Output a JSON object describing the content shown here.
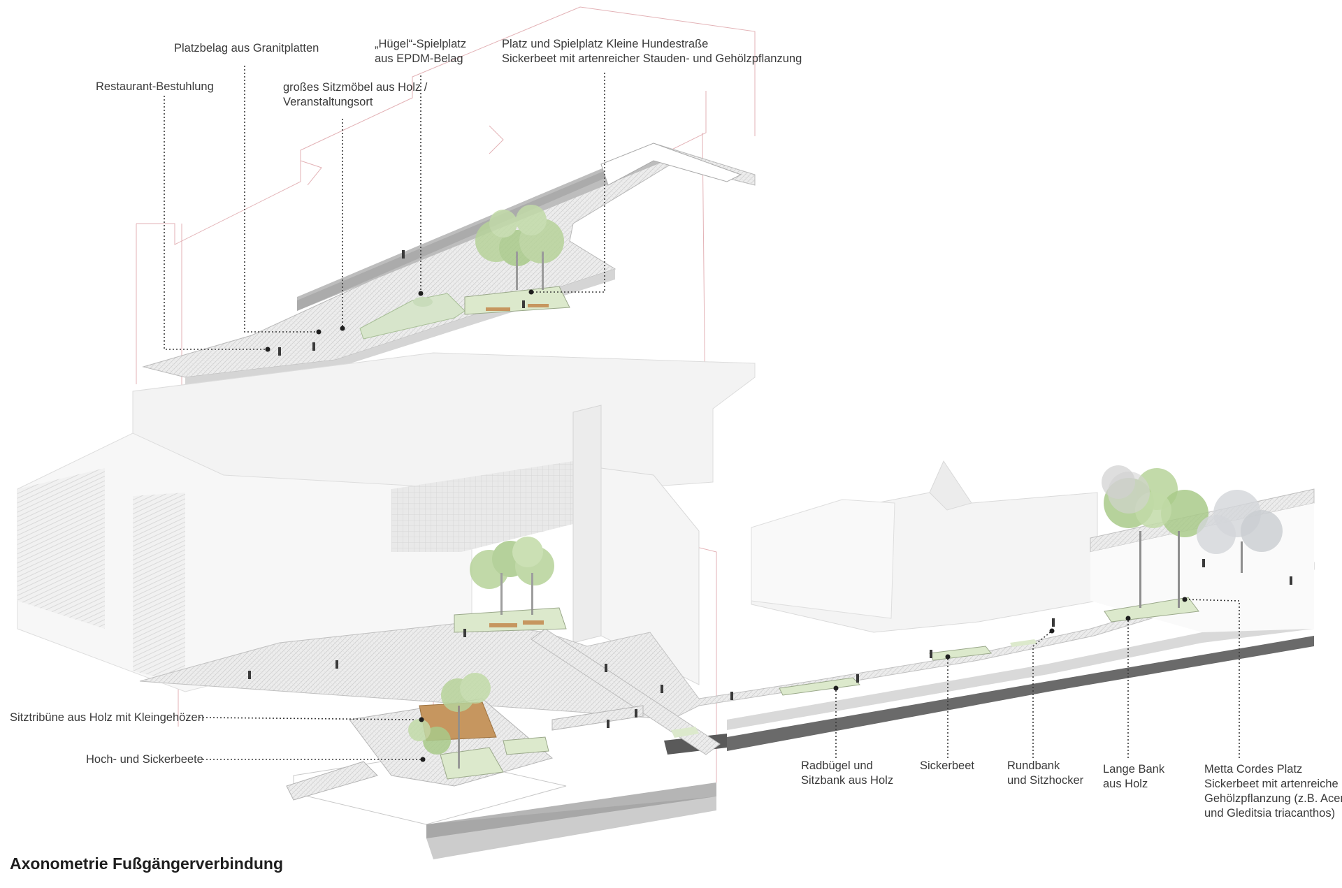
{
  "title": "Axonometrie Fußgängerverbindung",
  "labels": {
    "restaurant": "Restaurant-Bestuhlung",
    "platzbelag": "Platzbelag aus Granitplatten",
    "sitzmoebel": [
      "großes Sitzmöbel aus Holz /",
      "Veranstaltungsort"
    ],
    "huegel": [
      "„Hügel“-Spielplatz",
      "aus EPDM-Belag"
    ],
    "hundestrasse": [
      "Platz und Spielplatz Kleine Hundestraße",
      "Sickerbeet mit artenreicher Stauden- und Gehölzpflanzung"
    ],
    "sitztribuene": "Sitztribüne aus Holz mit Kleingehözen",
    "hochbeete": "Hoch- und Sickerbeete",
    "radbuegel": [
      "Radbügel und",
      "Sitzbank aus Holz"
    ],
    "sickerbeet": "Sickerbeet",
    "rundbank": [
      "Rundbank",
      "und Sitzhocker"
    ],
    "langebank": [
      "Lange Bank",
      "aus Holz"
    ],
    "metta": [
      "Metta Cordes Platz",
      "Sickerbeet mit artenreiche",
      "Gehölzpflanzung (z.B. Acer",
      "und Gleditsia triacanthos)"
    ]
  }
}
